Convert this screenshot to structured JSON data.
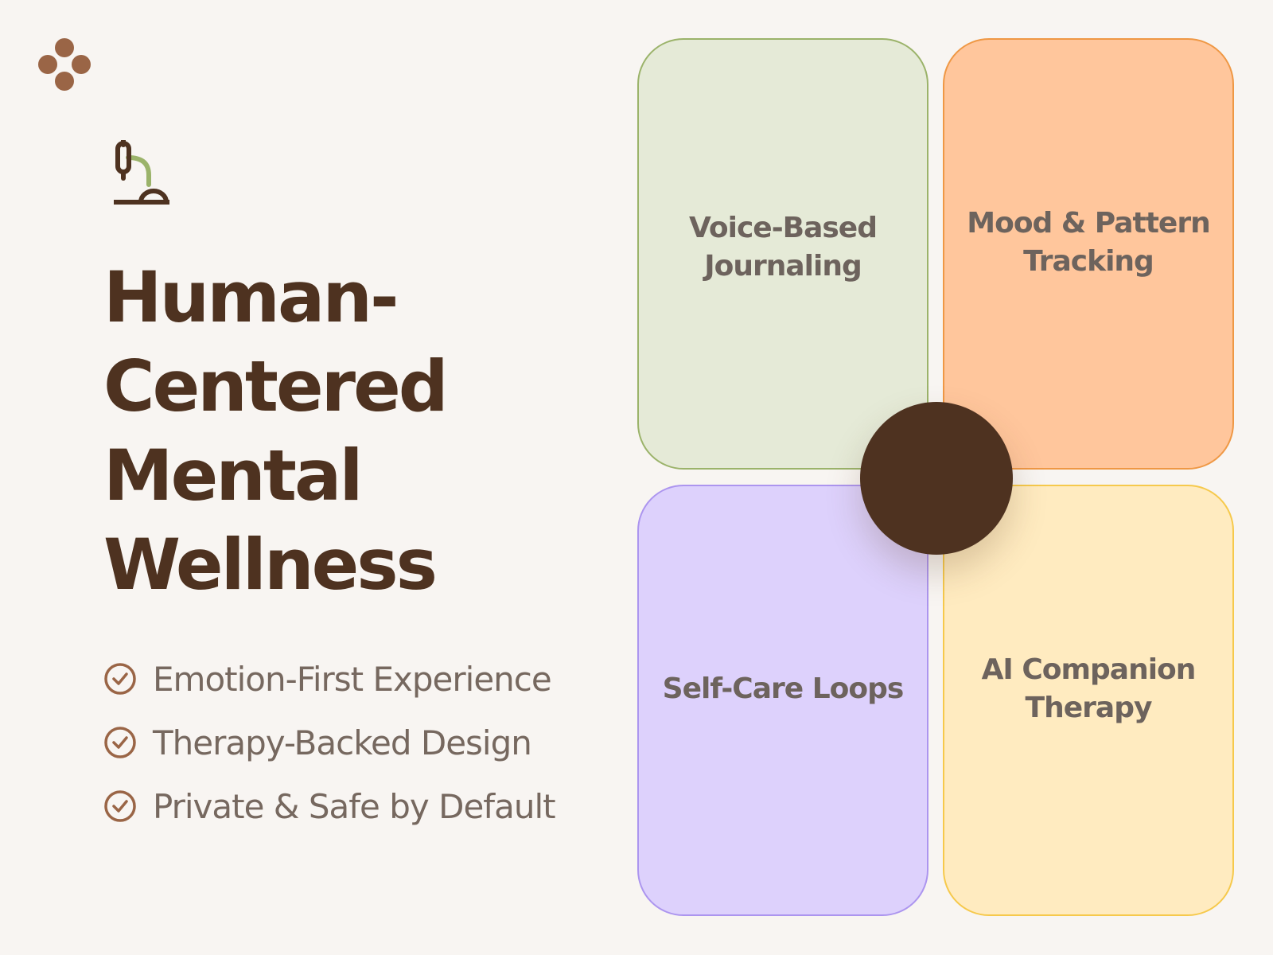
{
  "colors": {
    "background": "#f8f5f2",
    "heading": "#4e3220",
    "body_text": "#76685f",
    "accent_brown": "#9a6546",
    "accent_green": "#9bb36a"
  },
  "brand": {
    "icon": "four-dot-flower-icon"
  },
  "hero": {
    "icon": "microscope-icon",
    "title": "Human-Centered Mental Wellness"
  },
  "features": [
    {
      "icon": "check-circle-icon",
      "label": "Emotion-First Experience"
    },
    {
      "icon": "check-circle-icon",
      "label": "Therapy-Backed Design"
    },
    {
      "icon": "check-circle-icon",
      "label": "Private & Safe by Default"
    }
  ],
  "cards": [
    {
      "label": "Voice-Based Journaling",
      "fill": "#e5ead7",
      "border": "#9bb36a"
    },
    {
      "label": "Mood & Pattern Tracking",
      "fill": "#ffc69c",
      "border": "#ef9845"
    },
    {
      "label": "Self-Care Loops",
      "fill": "#ddd1fc",
      "border": "#ac95ef"
    },
    {
      "label": "AI Companion Therapy",
      "fill": "#ffebc0",
      "border": "#f6c94c"
    }
  ],
  "center_circle": {
    "color": "#4e3220"
  }
}
